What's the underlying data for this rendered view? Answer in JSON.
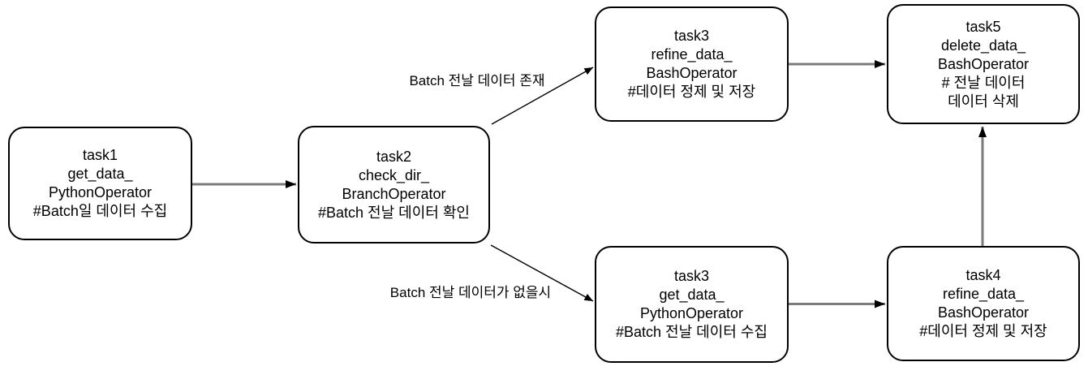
{
  "diagram": {
    "colors": {
      "background": "#ffffff",
      "node_border": "#000000",
      "text": "#000000",
      "connector": "#7b7b7b",
      "branch_connector": "#000000",
      "arrowhead": "#000000"
    },
    "nodes": [
      {
        "id": "task1",
        "lines": [
          "task1",
          "get_data_",
          "PythonOperator",
          "#Batch일 데이터 수집"
        ]
      },
      {
        "id": "task2",
        "lines": [
          "task2",
          "check_dir_",
          "BranchOperator",
          "#Batch 전날 데이터 확인"
        ]
      },
      {
        "id": "task3-top",
        "lines": [
          "task3",
          "refine_data_",
          "BashOperator",
          "#데이터 정제 및 저장"
        ]
      },
      {
        "id": "task5",
        "lines": [
          "task5",
          "delete_data_",
          "BashOperator",
          "# 전날 데이터",
          "데이터 삭제"
        ]
      },
      {
        "id": "task3-bottom",
        "lines": [
          "task3",
          "get_data_",
          "PythonOperator",
          "#Batch 전날 데이터 수집"
        ]
      },
      {
        "id": "task4",
        "lines": [
          "task4",
          "refine_data_",
          "BashOperator",
          "#데이터 정제 및 저장"
        ]
      }
    ],
    "edges": [
      {
        "from": "task1",
        "to": "task2",
        "label": ""
      },
      {
        "from": "task2",
        "to": "task3-top",
        "label": "Batch 전날 데이터 존재"
      },
      {
        "from": "task2",
        "to": "task3-bottom",
        "label": "Batch 전날 데이터가 없을시"
      },
      {
        "from": "task3-top",
        "to": "task5",
        "label": ""
      },
      {
        "from": "task3-bottom",
        "to": "task4",
        "label": ""
      },
      {
        "from": "task4",
        "to": "task5",
        "label": ""
      }
    ]
  }
}
